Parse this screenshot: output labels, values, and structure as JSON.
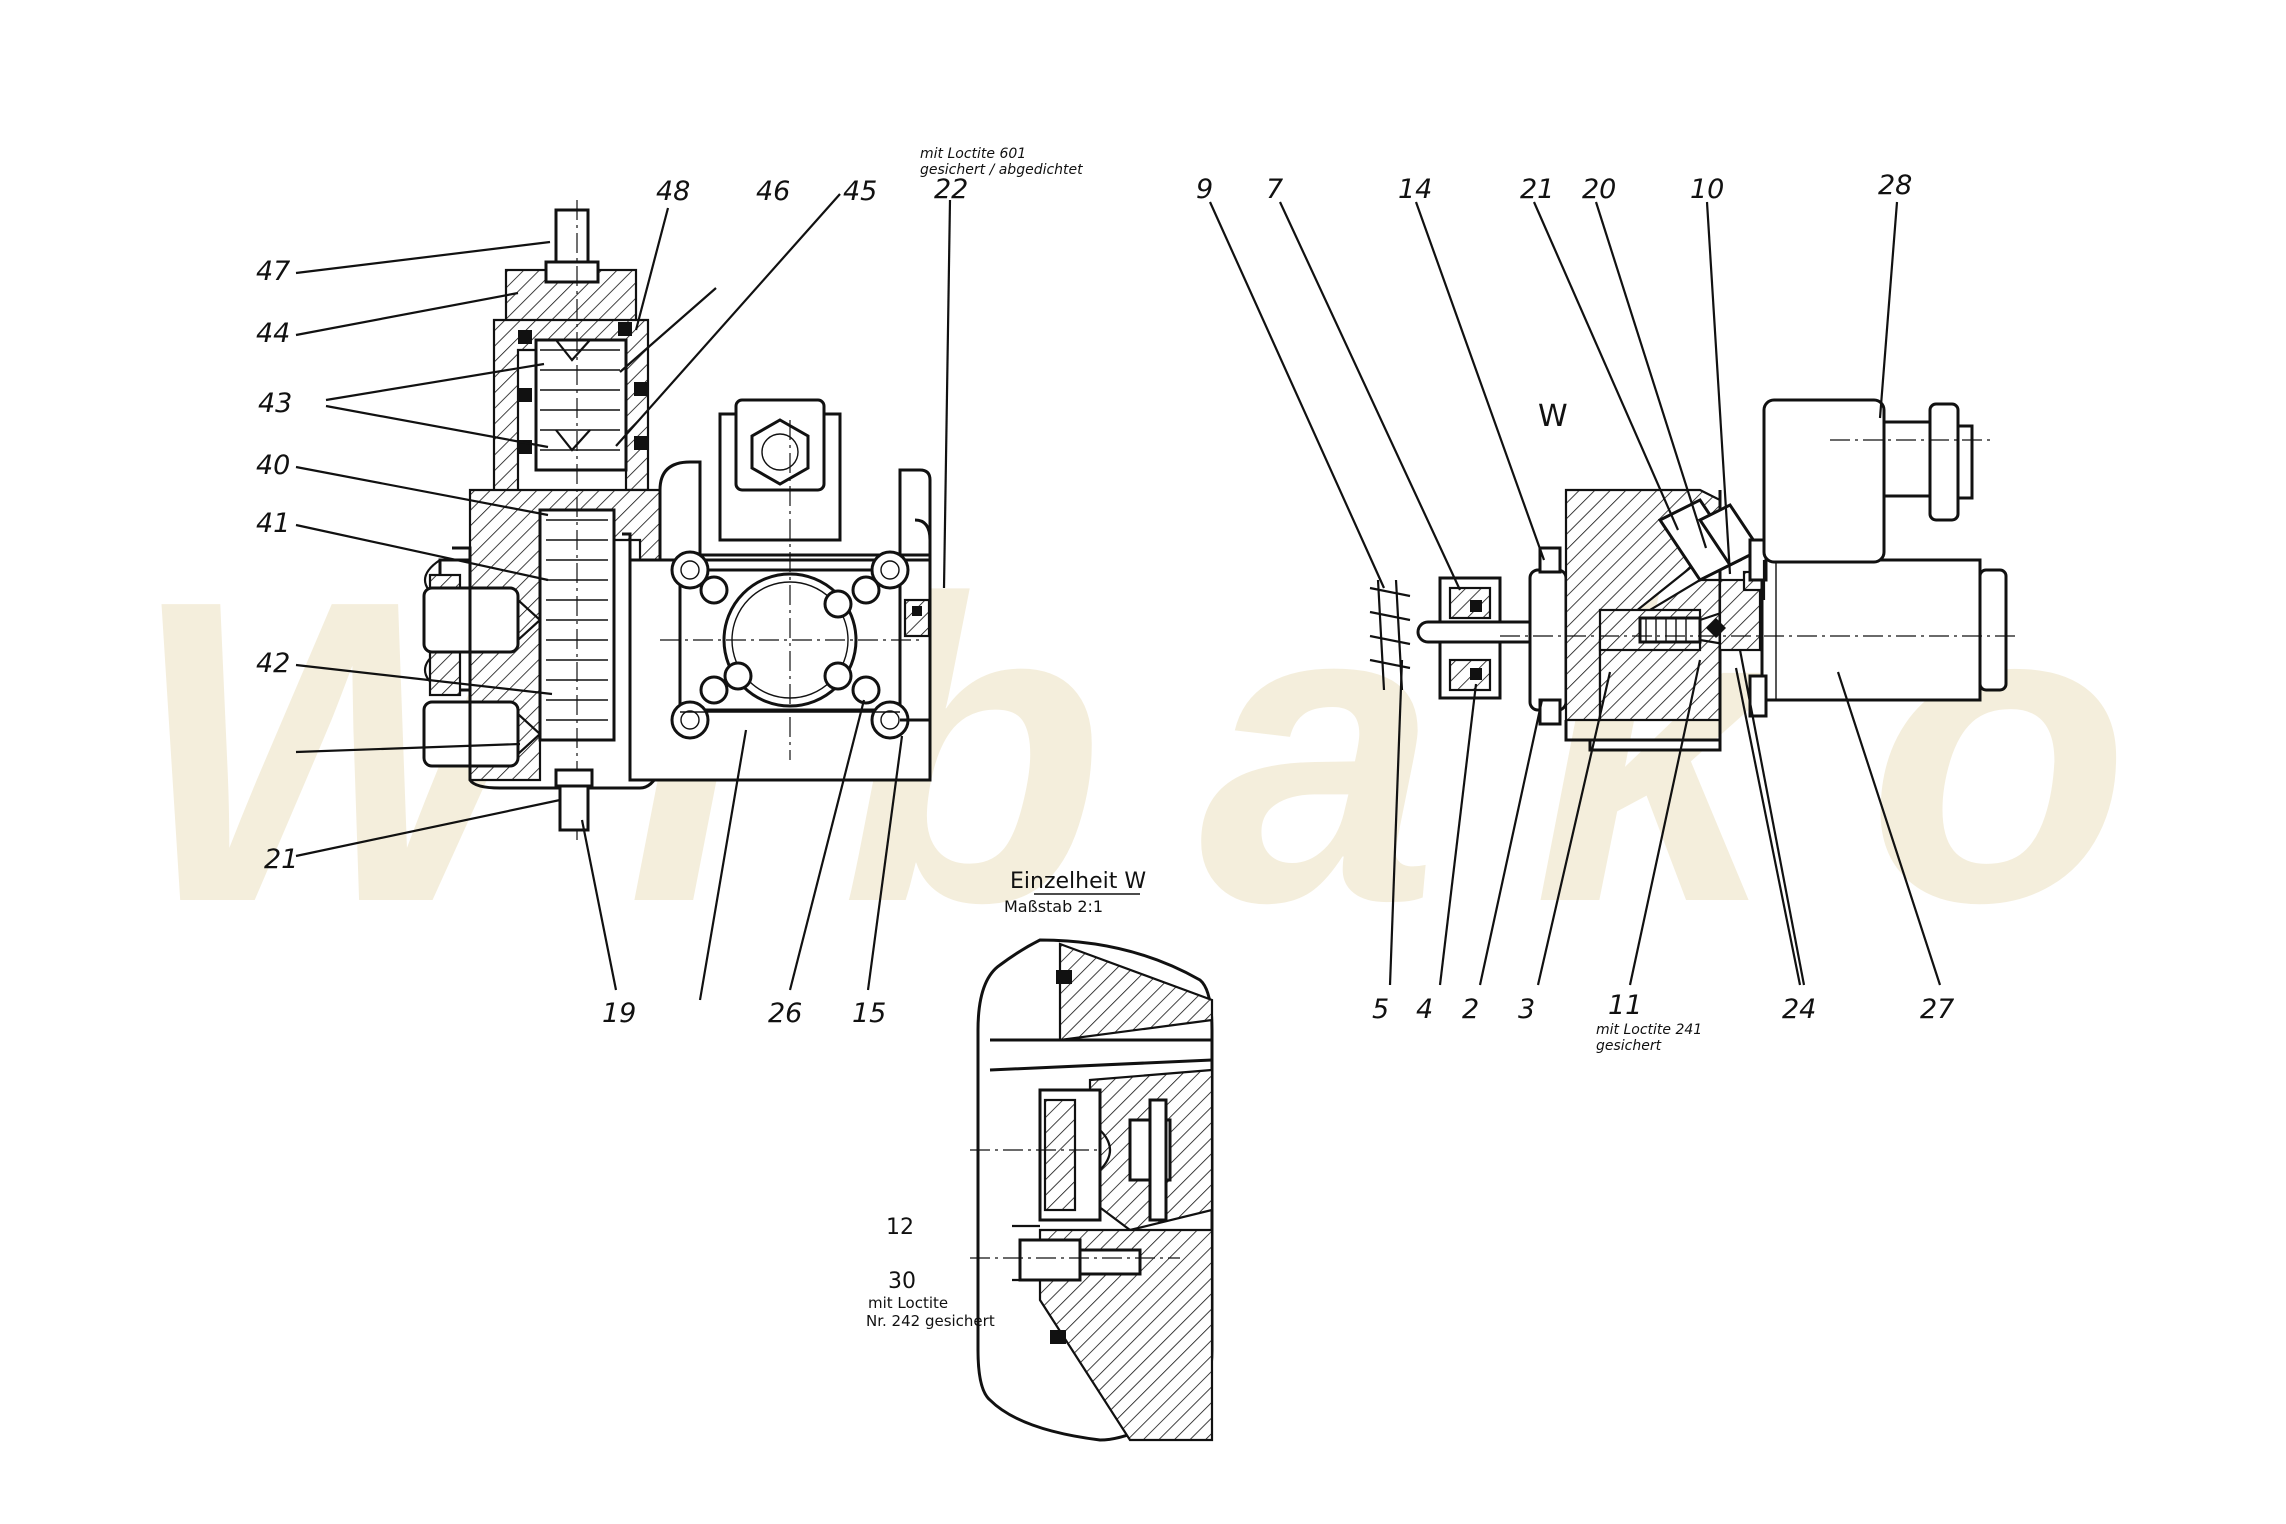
{
  "watermark": {
    "text": "Wibako",
    "color": "#f3ecd7"
  },
  "labels": {
    "l47": "47",
    "l44": "44",
    "l43": "43",
    "l40": "40",
    "l41": "41",
    "l42": "42",
    "l21a": "21",
    "l19": "19",
    "l48": "48",
    "l46": "46",
    "l45": "45",
    "l22": "22",
    "l26": "26",
    "l15": "15",
    "l9": "9",
    "l7": "7",
    "l14": "14",
    "l21b": "21",
    "l20": "20",
    "l10": "10",
    "l28": "28",
    "lW": "W",
    "l5": "5",
    "l4": "4",
    "l2": "2",
    "l3": "3",
    "l11": "11",
    "l24": "24",
    "l27": "27",
    "l12": "12",
    "l30": "30"
  },
  "notes": {
    "loctite601_line1": "mit Loctite 601",
    "loctite601_line2": "gesichert / abgedichtet",
    "loctite241_line1": "mit Loctite 241",
    "loctite241_line2": "gesichert",
    "loctite242_line1": "mit Loctite",
    "loctite242_line2": "Nr. 242 gesichert"
  },
  "detail": {
    "title": "Einzelheit W",
    "scale": "Maßstab 2:1"
  }
}
